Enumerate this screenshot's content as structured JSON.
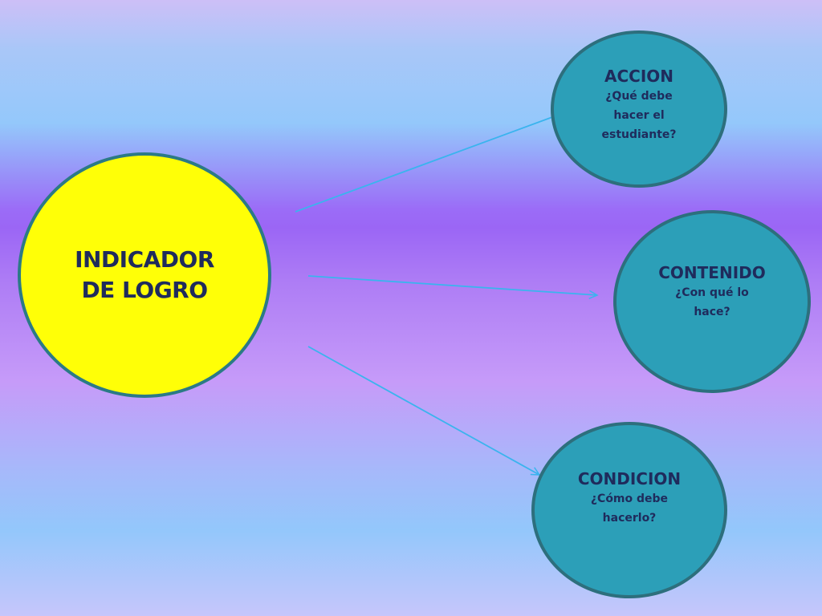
{
  "diagram": {
    "center": {
      "label": "INDICADOR\nDE LOGRO",
      "fill": "#ffff07",
      "border": "#2b7a86"
    },
    "nodes": [
      {
        "id": "accion",
        "title": "ACCION",
        "question": "¿Qué debe\nhacer el\nestudiante?"
      },
      {
        "id": "contenido",
        "title": "CONTENIDO",
        "question": "¿Con qué lo\nhace?"
      },
      {
        "id": "condicion",
        "title": "CONDICION",
        "question": "¿Cómo debe\nhacerlo?"
      }
    ],
    "node_fill": "#2c9fb8",
    "node_border": "#2d6f7d",
    "text_color": "#1f2b5c",
    "connector_color": "#3ab4ee",
    "edges": [
      {
        "from": "center",
        "to": "accion",
        "arrowhead": false
      },
      {
        "from": "center",
        "to": "contenido",
        "arrowhead": true
      },
      {
        "from": "center",
        "to": "condicion",
        "arrowhead": true
      }
    ]
  }
}
